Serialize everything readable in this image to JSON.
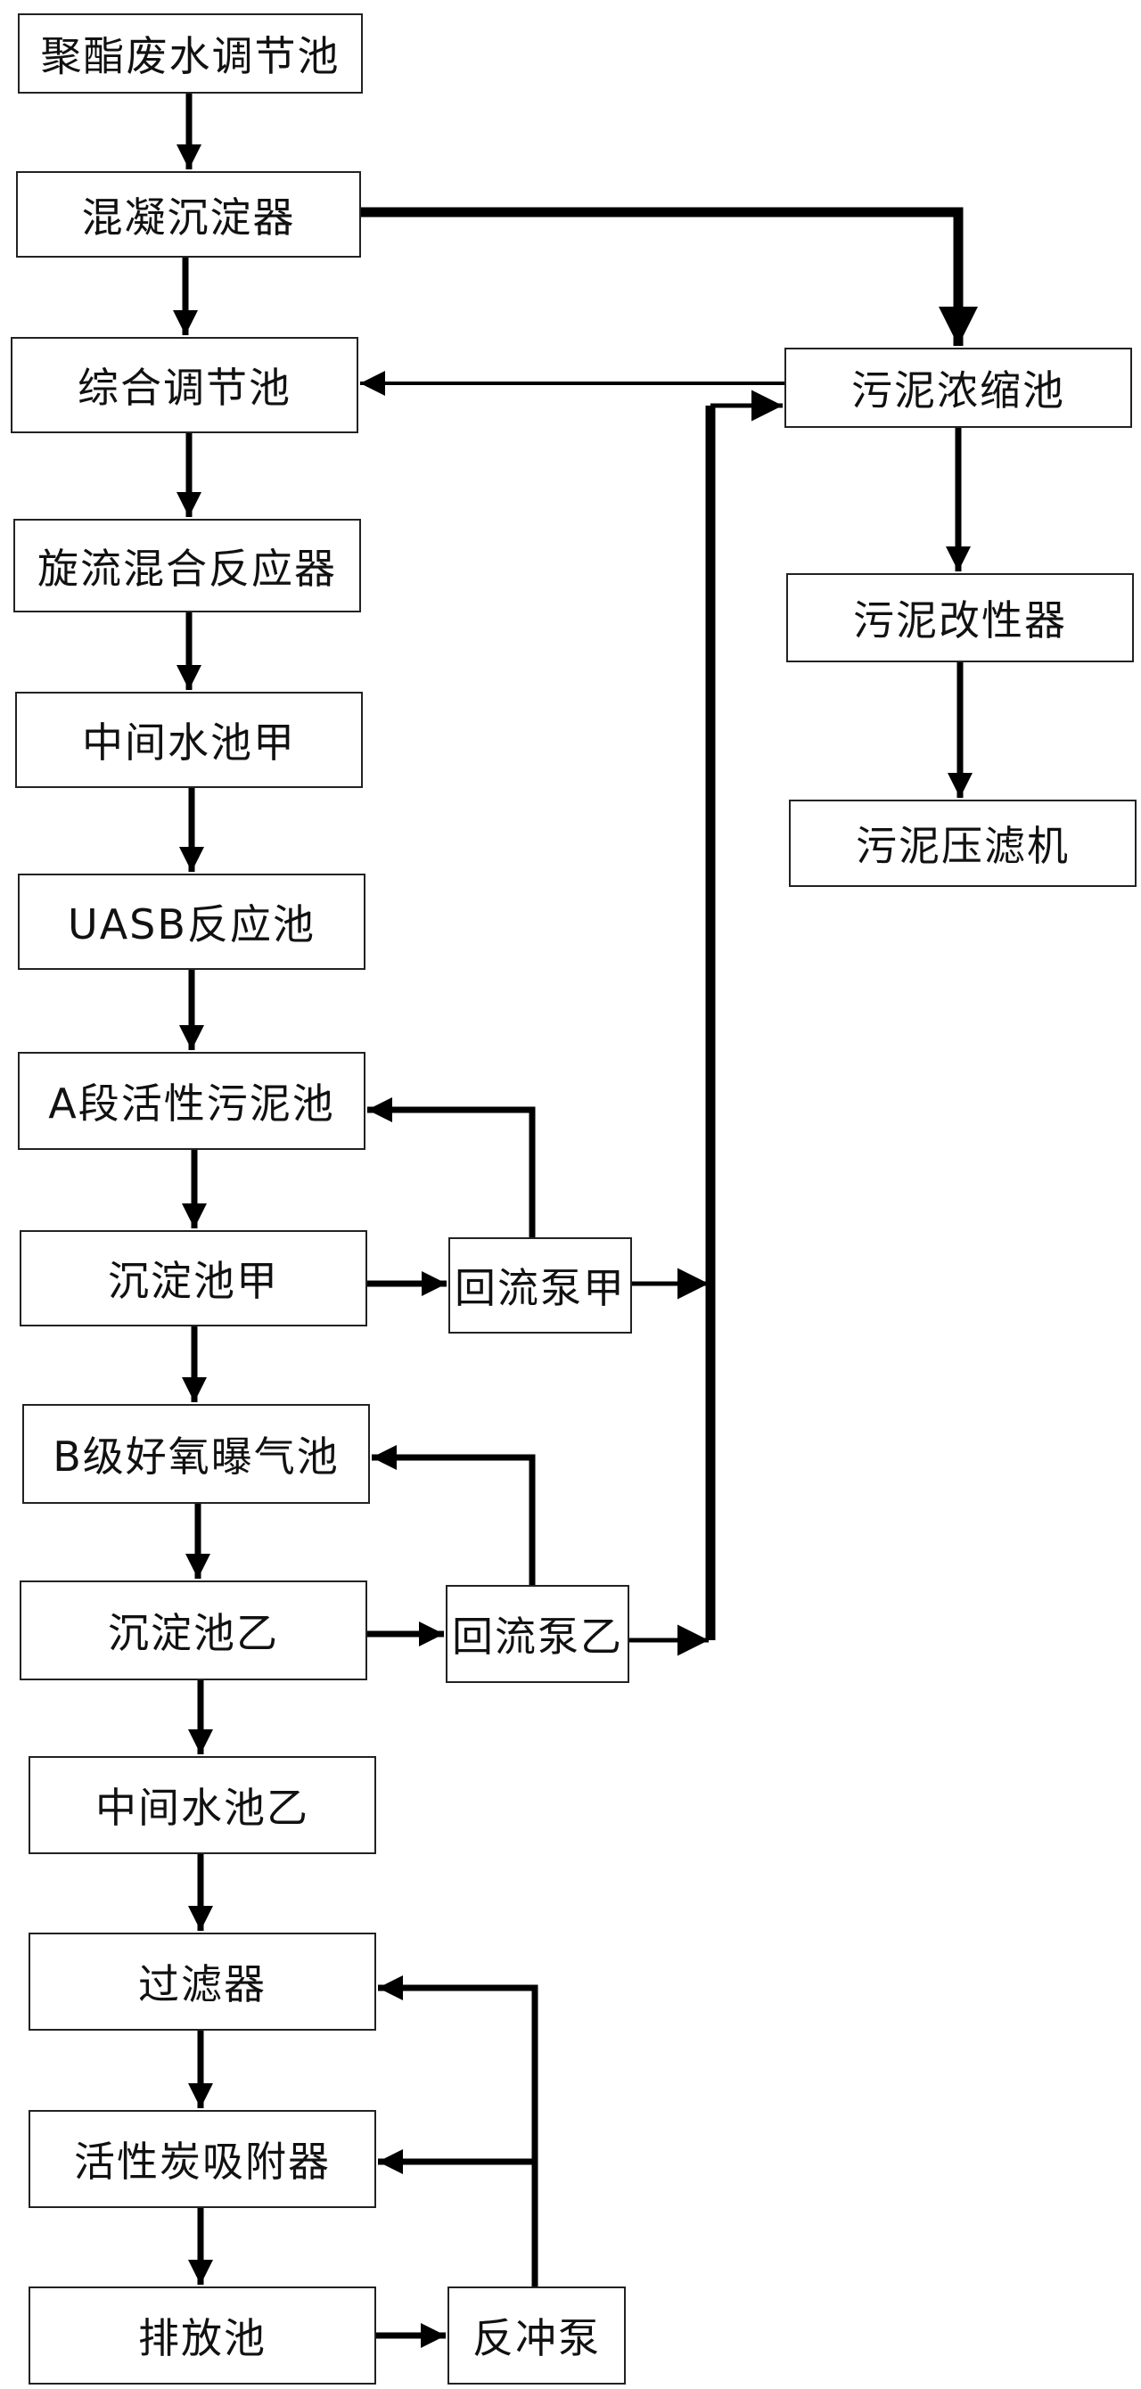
{
  "diagram": {
    "nodes": {
      "n1": "聚酯废水调节池",
      "n2": "混凝沉淀器",
      "n3": "综合调节池",
      "n4": "旋流混合反应器",
      "n5": "中间水池甲",
      "n6": "UASB反应池",
      "n7": "A段活性污泥池",
      "n8": "沉淀池甲",
      "n9": "B级好氧曝气池",
      "n10": "沉淀池乙",
      "n11": "中间水池乙",
      "n12": "过滤器",
      "n13": "活性炭吸附器",
      "n14": "排放池",
      "p1": "回流泵甲",
      "p2": "回流泵乙",
      "p3": "反冲泵",
      "s1": "污泥浓缩池",
      "s2": "污泥改性器",
      "s3": "污泥压滤机"
    }
  }
}
